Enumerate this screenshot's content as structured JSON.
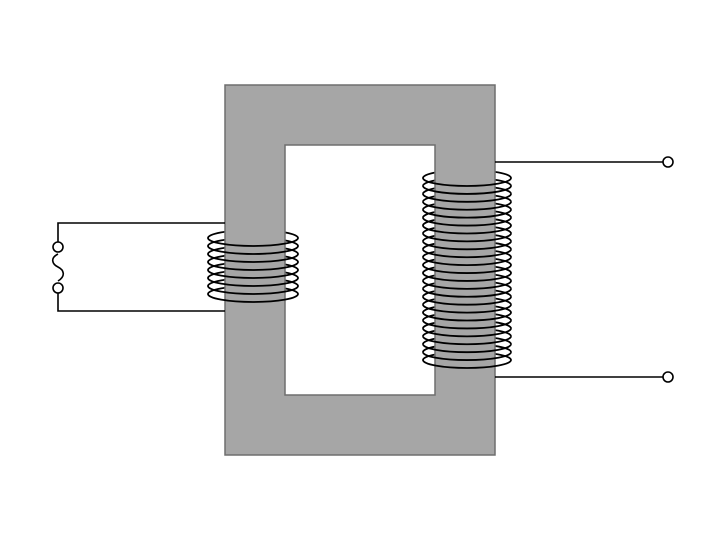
{
  "diagram": {
    "type": "transformer",
    "colors": {
      "core_fill": "#a6a6a6",
      "core_stroke": "#6e6e6e",
      "wire": "#000000",
      "background": "#ffffff"
    },
    "primary_coil": {
      "turns": 8,
      "source": "ac-source-icon"
    },
    "secondary_coil": {
      "turns": 24,
      "terminals": 2
    }
  }
}
